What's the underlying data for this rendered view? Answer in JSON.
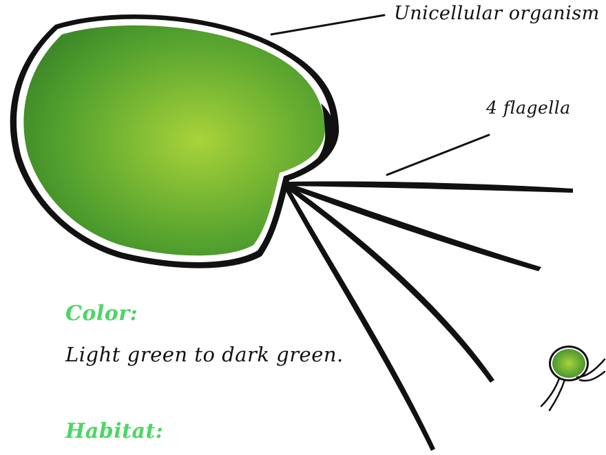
{
  "labels": {
    "unicellular": "Unicellular organism",
    "flagella": "4 flagella"
  },
  "sections": {
    "color_heading": "Color:",
    "color_text": "Light green to dark green.",
    "habitat_heading": "Habitat:"
  },
  "colors": {
    "heading_green": "#4cd665",
    "cell_dark_green": "#3f8a28",
    "cell_mid_green": "#5aa533",
    "cell_light_green": "#a9d33a",
    "outline": "#111111"
  }
}
